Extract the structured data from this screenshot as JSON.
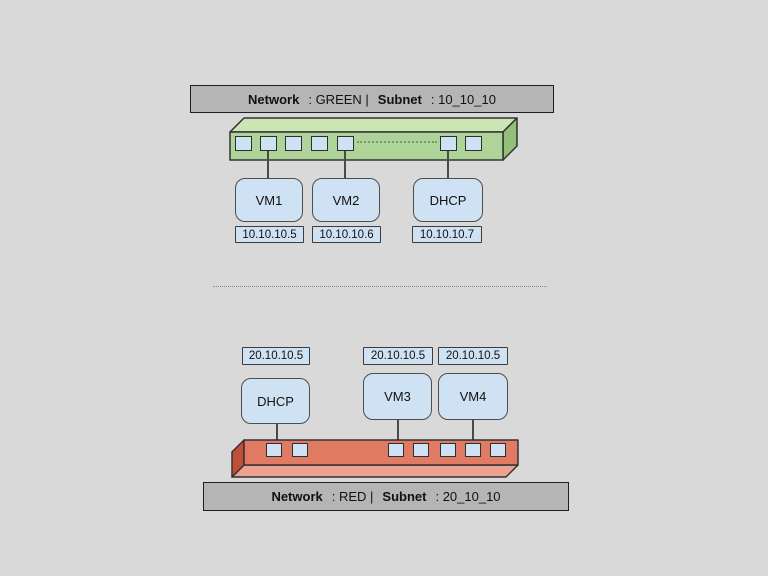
{
  "colors": {
    "background": "#d9d9d9",
    "banner_fill": "#b5b5b5",
    "node_fill": "#cfe2f3",
    "connector_line": "#4a4a4a",
    "green_switch_front": "#aed499",
    "green_switch_top": "#c9e6b4",
    "green_switch_side": "#92bf79",
    "red_switch_front": "#e07a62",
    "red_switch_side": "#c14f38",
    "red_switch_bottom": "#eca28e"
  },
  "networks": [
    {
      "name": "GREEN",
      "banner": {
        "label1": "Network",
        "value1": ": GREEN |",
        "label2": "Subnet",
        "value2": ": 10_10_10"
      },
      "switch": {
        "kind": "switch-bar",
        "port_groups": [
          5,
          2
        ],
        "face_front": "#aed499",
        "face_top": "#c9e6b4",
        "face_side": "#92bf79"
      },
      "nodes": [
        {
          "name": "VM1",
          "ip": "10.10.10.5"
        },
        {
          "name": "VM2",
          "ip": "10.10.10.6"
        },
        {
          "name": "DHCP",
          "ip": "10.10.10.7"
        }
      ]
    },
    {
      "name": "RED",
      "banner": {
        "label1": "Network",
        "value1": ": RED |",
        "label2": "Subnet",
        "value2": ": 20_10_10"
      },
      "switch": {
        "kind": "switch-bar",
        "port_groups": [
          2,
          5
        ],
        "face_front": "#e07a62",
        "face_side": "#c14f38",
        "face_bottom": "#eca28e"
      },
      "nodes": [
        {
          "name": "DHCP",
          "ip": "20.10.10.5"
        },
        {
          "name": "VM3",
          "ip": "20.10.10.5"
        },
        {
          "name": "VM4",
          "ip": "20.10.10.5"
        }
      ]
    }
  ]
}
